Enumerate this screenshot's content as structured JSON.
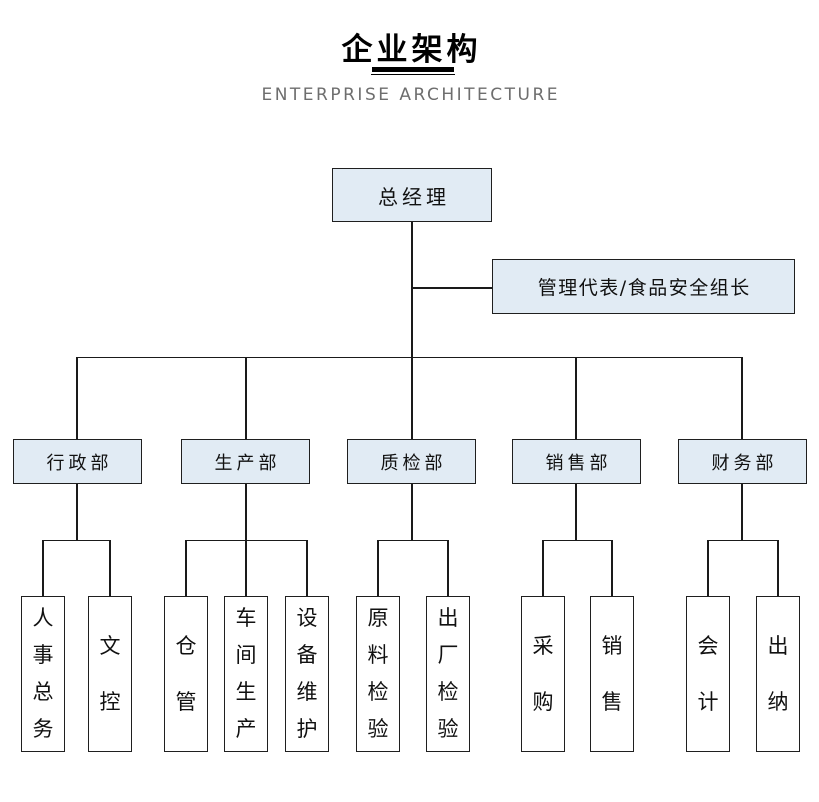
{
  "header": {
    "title": "企业架构",
    "subtitle": "ENTERPRISE ARCHITECTURE"
  },
  "chart": {
    "type": "org-chart",
    "root": {
      "label": "总经理"
    },
    "staff": {
      "label": "管理代表/食品安全组长"
    },
    "departments": [
      {
        "label": "行政部",
        "children": [
          {
            "label": "人事总务"
          },
          {
            "label": "文控"
          }
        ]
      },
      {
        "label": "生产部",
        "children": [
          {
            "label": "仓管"
          },
          {
            "label": "车间生产"
          },
          {
            "label": "设备维护"
          }
        ]
      },
      {
        "label": "质检部",
        "children": [
          {
            "label": "原料检验"
          },
          {
            "label": "出厂检验"
          }
        ]
      },
      {
        "label": "销售部",
        "children": [
          {
            "label": "采购"
          },
          {
            "label": "销售"
          }
        ]
      },
      {
        "label": "财务部",
        "children": [
          {
            "label": "会计"
          },
          {
            "label": "出纳"
          }
        ]
      }
    ]
  },
  "colors": {
    "box_fill": "#e1ebf4",
    "box_border": "#1f1f1f",
    "line_color": "#1a1a1a",
    "title_color": "#000000",
    "subtitle_color": "#6e6e6e"
  }
}
